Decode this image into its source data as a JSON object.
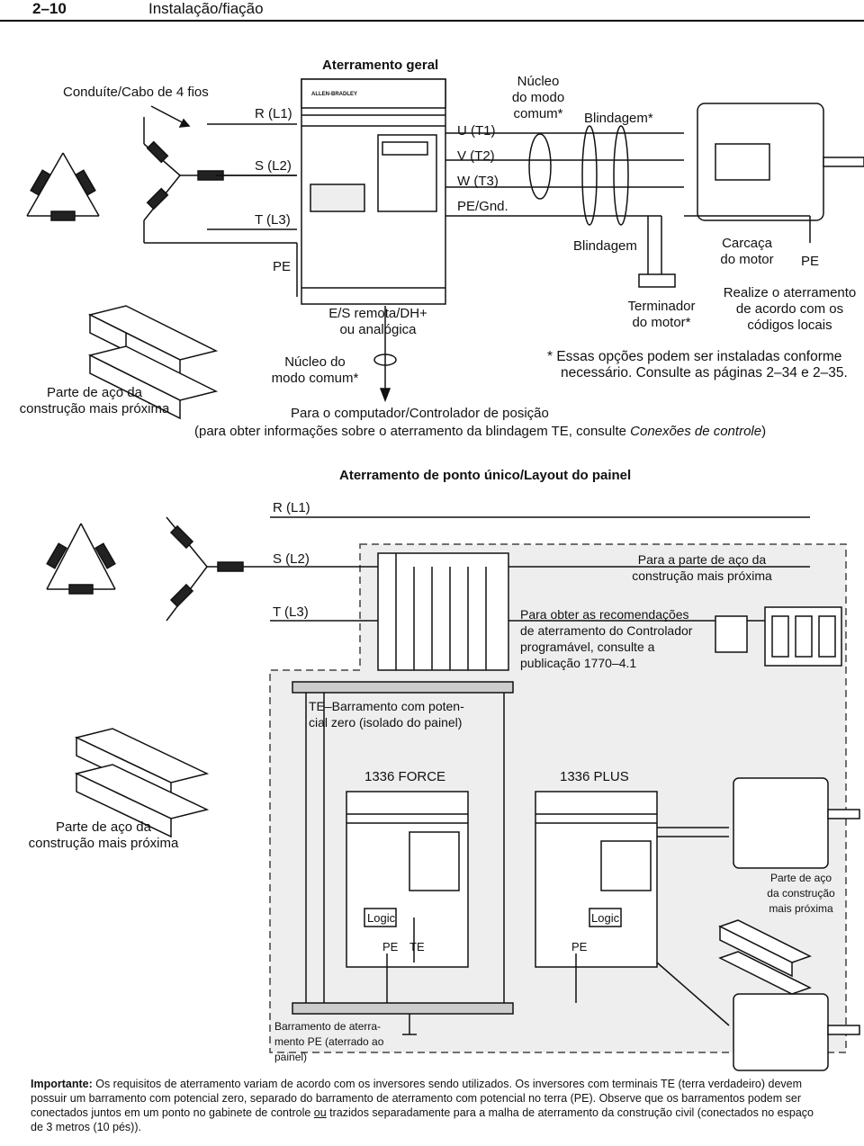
{
  "header": {
    "page_number": "2–10",
    "section_title": "Instalação/fiação"
  },
  "top_diagram": {
    "conduit_label": "Conduíte/Cabo de 4 fios",
    "general_ground": "Aterramento geral",
    "r_l1": "R (L1)",
    "s_l2": "S (L2)",
    "t_l3": "T (L3)",
    "pe": "PE",
    "u_t1": "U (T1)",
    "v_t2": "V (T2)",
    "w_t3": "W (T3)",
    "pe_gnd": "PE/Gnd.",
    "common_mode_core": [
      "Núcleo",
      "do modo",
      "comum*"
    ],
    "shield_star": "Blindagem*",
    "shield": "Blindagem",
    "motor_frame": [
      "Carcaça",
      "do motor"
    ],
    "motor_pe": "PE",
    "motor_terminator": [
      "Terminador",
      "do motor*"
    ],
    "ground_local_codes": [
      "Realize o aterramento",
      "de acordo com os",
      "códigos locais"
    ],
    "remote_io": [
      "E/S remota/DH+",
      "ou analógica"
    ],
    "core_common_mode": [
      "Núcleo do",
      "modo comum*"
    ],
    "steel_building": [
      "Parte de aço da",
      "construção mais próxima"
    ],
    "options_note": [
      "* Essas opções podem ser instaladas conforme",
      "necessário. Consulte as páginas 2–34 e 2–35."
    ],
    "to_computer": "Para o computador/Controlador de posição",
    "shield_info_prefix": "(para obter informações sobre o aterramento da blindagem TE, consulte ",
    "shield_info_italic": "Conexões de controle",
    "shield_info_suffix": ")",
    "drive_brand": "ALLEN-BRADLEY"
  },
  "bottom_diagram": {
    "title": "Aterramento de ponto único/Layout do painel",
    "r_l1": "R (L1)",
    "s_l2": "S (L2)",
    "t_l3": "T (L3)",
    "to_steel": [
      "Para a parte de aço da",
      "construção mais próxima"
    ],
    "plc_note": [
      "Para obter as recomendações",
      "de aterramento do Controlador",
      "programável, consulte a",
      "publicação 1770–4.1"
    ],
    "te_bus": [
      "TE–Barramento com poten-",
      "cial zero (isolado do painel)"
    ],
    "steel_building": [
      "Parte de aço da",
      "construção mais próxima"
    ],
    "force_label": "1336 FORCE",
    "plus_label": "1336 PLUS",
    "logic": "Logic",
    "pe": "PE",
    "te": "TE",
    "steel_small": [
      "Parte de aço",
      "da construção",
      "mais próxima"
    ],
    "pe_bus": [
      "Barramento de aterra-",
      "mento PE (aterrado ao",
      "painel)"
    ]
  },
  "footer_note": {
    "bold": "Importante:",
    "text": " Os requisitos de aterramento variam de acordo com os inversores sendo utilizados. Os inversores com terminais TE (terra verdadeiro) devem possuir um barramento com potencial zero, separado do barramento de aterramento com potencial no terra (PE). Observe que os barramentos podem ser conectados juntos em um ponto no gabinete de controle ",
    "underline": "ou",
    "text2": " trazidos separadamente para a malha de aterramento da construção civil (conectados no espaço de 3 metros (10 pés))."
  }
}
